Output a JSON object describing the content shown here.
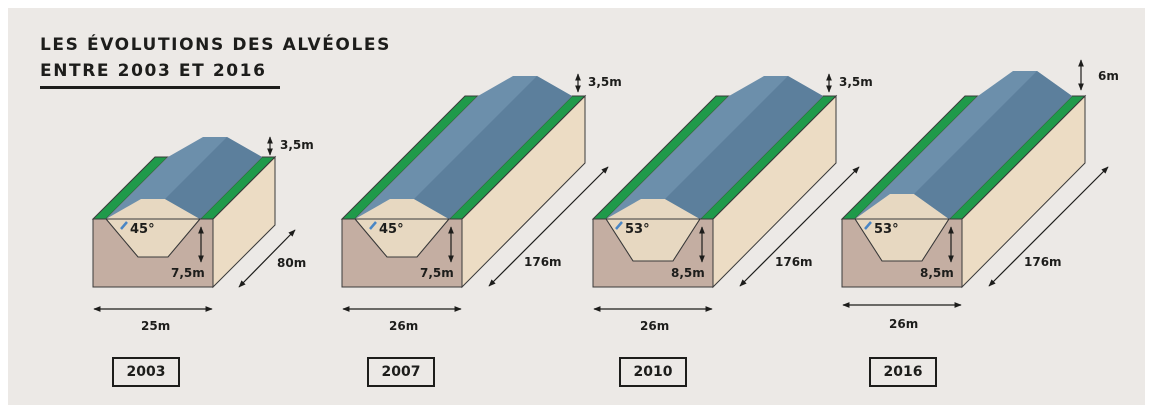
{
  "title": {
    "line1": "LES ÉVOLUTIONS DES ALVÉOLES",
    "line2": "ENTRE 2003 ET 2016"
  },
  "colors": {
    "background": "#ece9e6",
    "grass": "#1f9a4a",
    "top_face": "#e7d8c1",
    "side_face": "#ecdcc4",
    "front_face": "#c4aea2",
    "waste_top": "#6c8fab",
    "waste_side": "#5c7f9c",
    "text": "#1d1d1b"
  },
  "cells": [
    {
      "year": "2003",
      "angle": "45°",
      "depth": "7,5m",
      "height_above": "3,5m",
      "length": "80m",
      "width": "25m"
    },
    {
      "year": "2007",
      "angle": "45°",
      "depth": "7,5m",
      "height_above": "3,5m",
      "length": "176m",
      "width": "26m"
    },
    {
      "year": "2010",
      "angle": "53°",
      "depth": "8,5m",
      "height_above": "3,5m",
      "length": "176m",
      "width": "26m"
    },
    {
      "year": "2016",
      "angle": "53°",
      "depth": "8,5m",
      "height_above": "6m",
      "length": "176m",
      "width": "26m"
    }
  ]
}
